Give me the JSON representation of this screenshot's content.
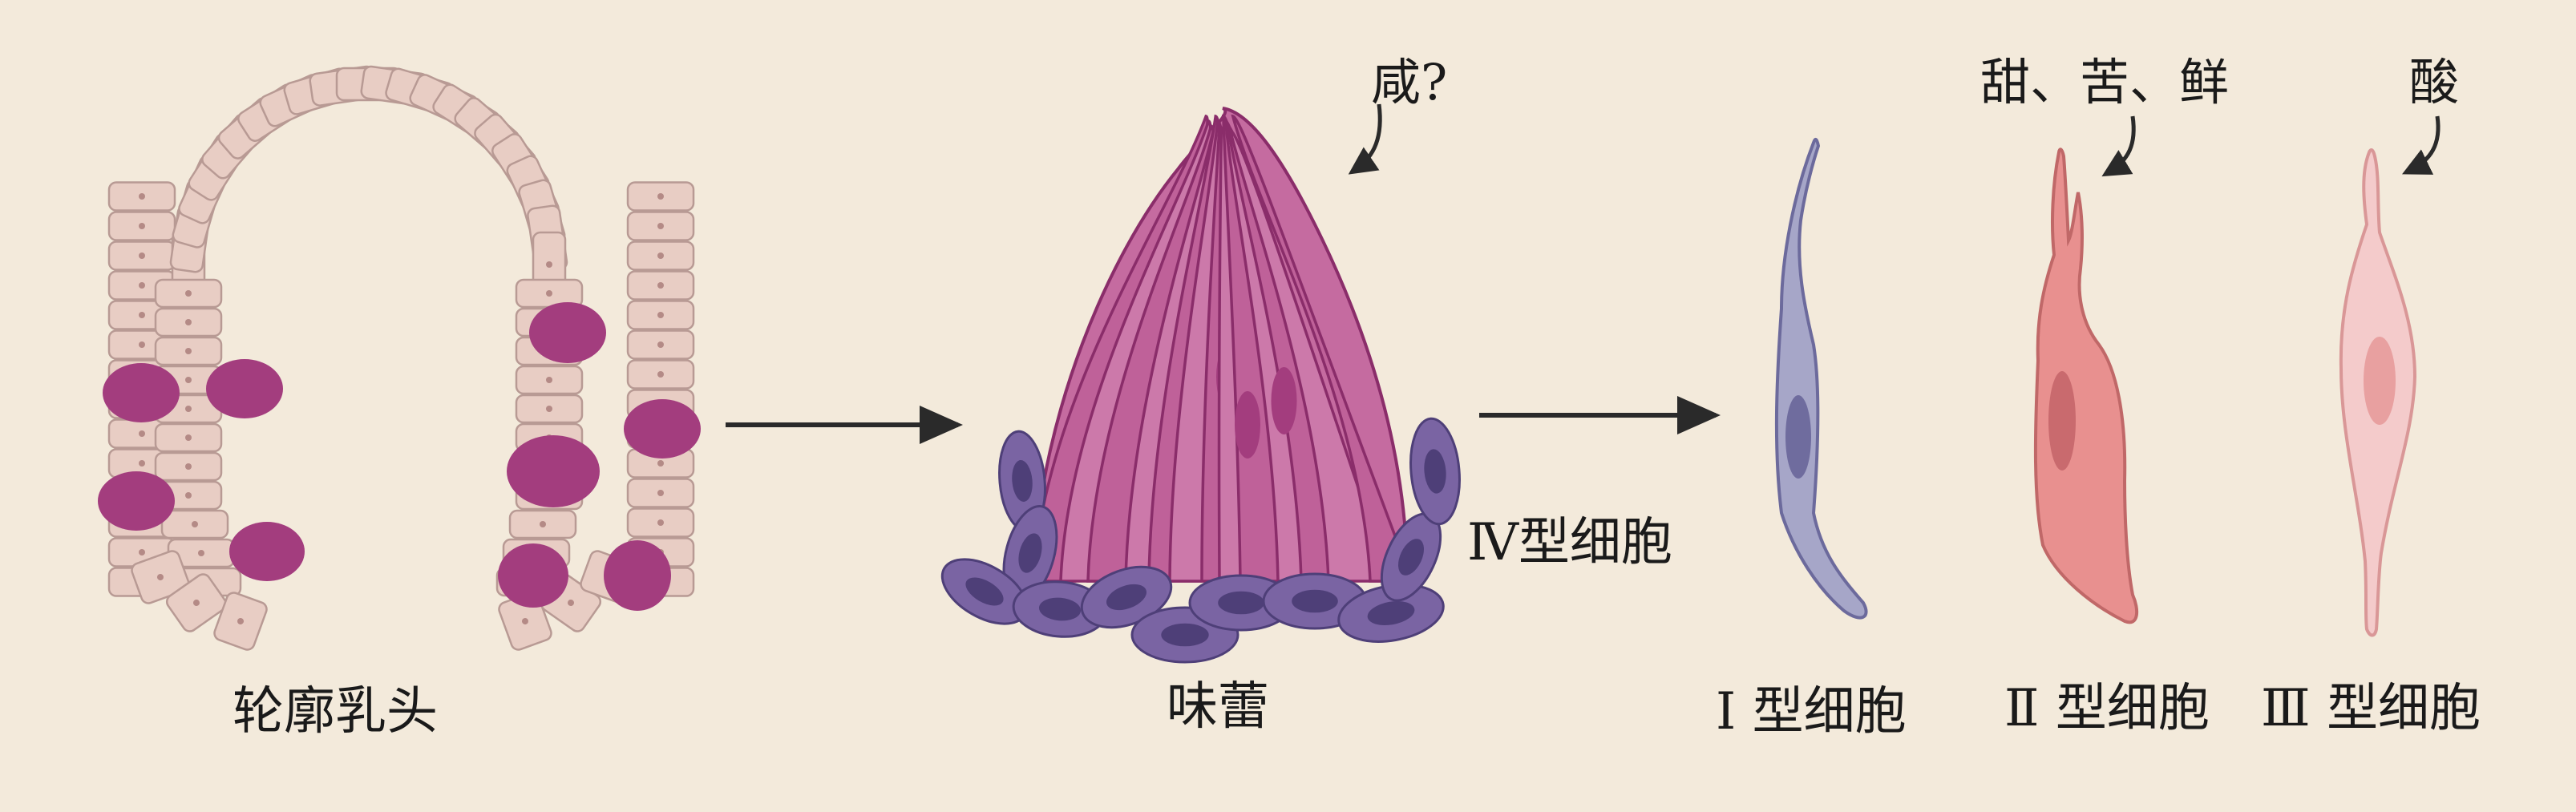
{
  "labels": {
    "papilla": "轮廓乳头",
    "taste_bud": "味蕾",
    "type4": "Ⅳ型细胞",
    "type1": "Ⅰ 型细胞",
    "type2": "Ⅱ 型细胞",
    "type3": "Ⅲ 型细胞"
  },
  "tastes": {
    "salty": "咸?",
    "sweet_bitter_umami": "甜、苦、鲜",
    "sour": "酸"
  },
  "colors": {
    "background": "#f3eadb",
    "epithelium_cell": "#e8cdc4",
    "taste_bud_spot": "#a33d7e",
    "taste_bud_cells": "#c56ba0",
    "type4_cells": "#7a64a3",
    "type1_cell": "#a6a6c8",
    "type2_cell": "#e8908f",
    "type3_cell": "#f4cbcb",
    "arrow": "#2a2a2a"
  }
}
